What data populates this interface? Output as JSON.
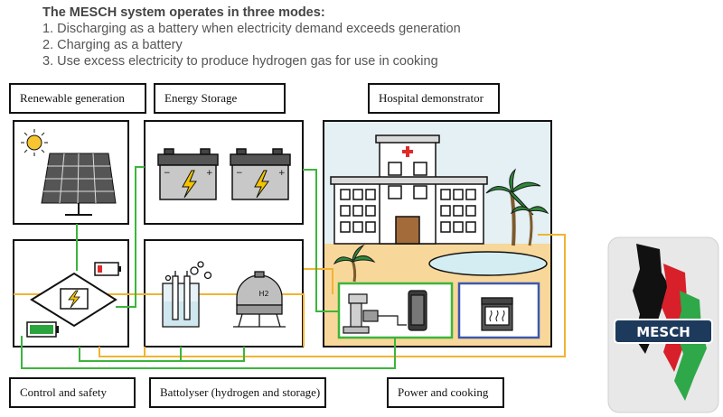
{
  "intro": {
    "heading": "The MESCH system operates in three modes:",
    "modes": [
      "1. Discharging as a battery when electricity demand exceeds generation",
      "2. Charging as a battery",
      "3. Use excess electricity to produce hydrogen gas for use in cooking"
    ]
  },
  "labels": {
    "renewable": "Renewable generation",
    "storage": "Energy Storage",
    "hospital": "Hospital demonstrator",
    "control": "Control and safety",
    "battolyser": "Battolyser (hydrogen and storage)",
    "power": "Power and cooking"
  },
  "tank_text": "H2",
  "logo_text": "MESCH",
  "colors": {
    "green_line": "#3cb53c",
    "orange_line": "#f0b430",
    "blue_box": "#3b58b0",
    "sand": "#f8d79a",
    "sky": "#e4f0f3",
    "logo_red": "#d8202a",
    "logo_green": "#2fa84a",
    "logo_badge": "#1d3a5c"
  }
}
